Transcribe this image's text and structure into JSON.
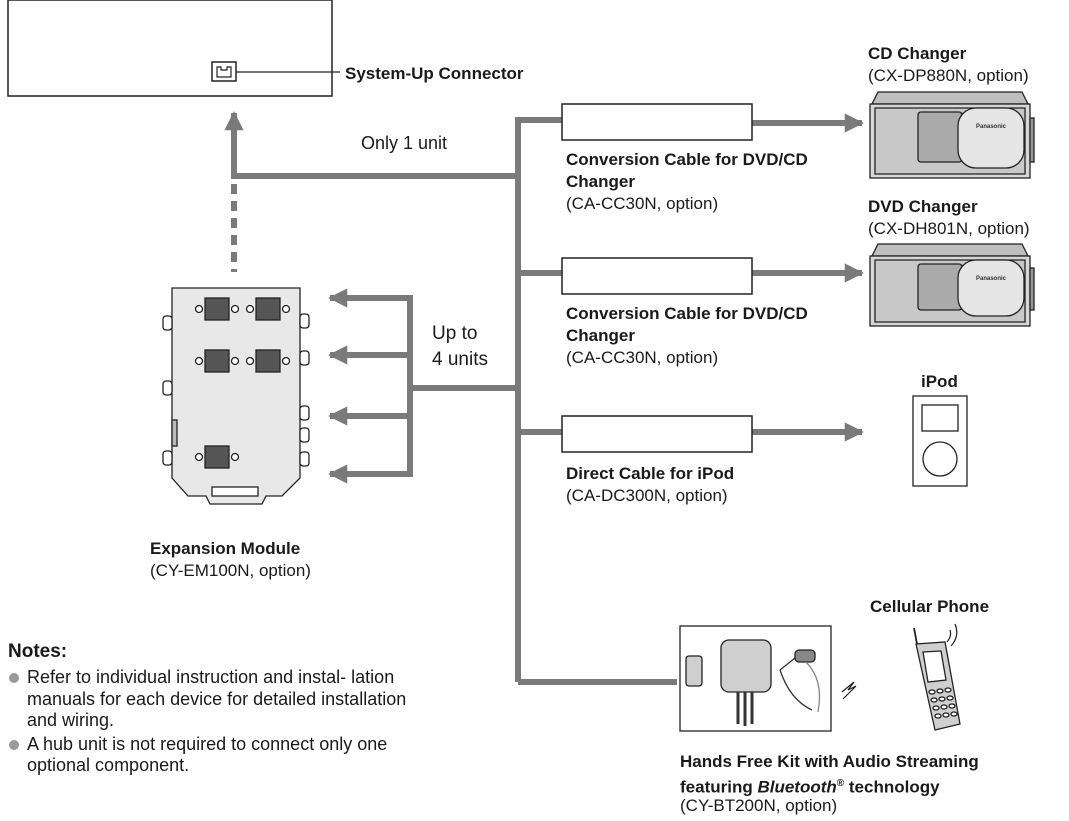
{
  "head_unit": {
    "connector_label": "System-Up Connector",
    "only_one_label": "Only 1 unit"
  },
  "expansion": {
    "up_to": "Up to",
    "units": "4 units",
    "name": "Expansion Module",
    "model": "(CY-EM100N, option)"
  },
  "cables": [
    {
      "name_line1": "Conversion Cable for DVD/CD",
      "name_line2": "Changer",
      "model": "(CA-CC30N, option)"
    },
    {
      "name_line1": "Conversion Cable for DVD/CD",
      "name_line2": "Changer",
      "model": "(CA-CC30N, option)"
    },
    {
      "name_line1": "Direct Cable for iPod",
      "model": "(CA-DC300N, option)"
    }
  ],
  "devices": {
    "cd": {
      "name": "CD Changer",
      "model": "(CX-DP880N, option)",
      "brand": "Panasonic"
    },
    "dvd": {
      "name": "DVD Changer",
      "model": "(CX-DH801N, option)",
      "brand": "Panasonic"
    },
    "ipod": {
      "name": "iPod"
    },
    "phone": {
      "name": "Cellular Phone"
    },
    "handsfree": {
      "line1": "Hands Free Kit with Audio Streaming",
      "line2_pre": "featuring ",
      "line2_em": "Bluetooth",
      "line2_sup": "®",
      "line2_post": " technology",
      "model": "(CY-BT200N, option)"
    }
  },
  "notes": {
    "heading": "Notes:",
    "items": [
      "Refer to individual instruction and instal- lation manuals for each device for detailed installation and wiring.",
      "A hub unit is not required to connect only one optional component."
    ]
  },
  "colors": {
    "line": "#7a7a7a",
    "stroke": "#222222",
    "device_fill": "#d6d6d6",
    "device_dark": "#9a9a9a"
  }
}
